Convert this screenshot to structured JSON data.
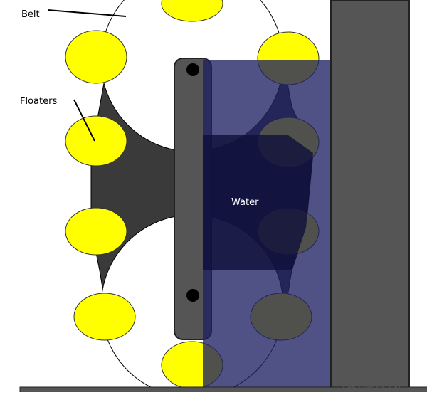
{
  "labels": {
    "belt": "Belt",
    "floaters": "Floaters",
    "water": "Water"
  },
  "watermark": {
    "text": "头条 @航空之家"
  },
  "colors": {
    "background": "#ffffff",
    "belt_region": "#3a3a3a",
    "belt_outline": "#000000",
    "pulley_white": "#ffffff",
    "floater": "#ffff00",
    "floater_outline": "#333333",
    "floater_submerged": "#4f4c2a",
    "water_overlay": "#1f2061",
    "water_dark": "#0f0f3b",
    "shaft": "#555555",
    "wall": "#555555",
    "text": "#000000",
    "water_text": "#ffffff"
  }
}
